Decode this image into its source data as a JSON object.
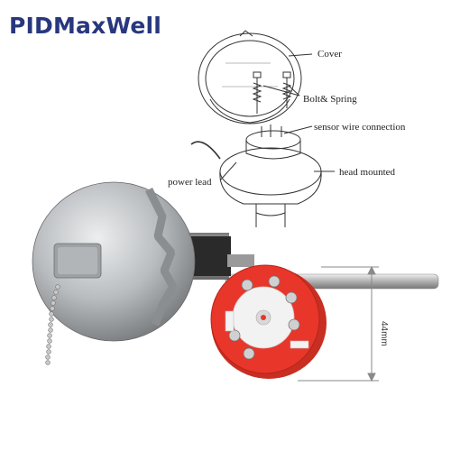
{
  "brand": {
    "name": "PIDMaxWell",
    "color": "#28377e"
  },
  "diagram": {
    "labels": {
      "cover": "Cover",
      "bolt": "Bolt& Spring",
      "sensor": "sensor wire connection",
      "head": "head mounted",
      "power": "power lead"
    }
  },
  "transmitter": {
    "color": "#e8362a",
    "dimension_label": "44mm"
  },
  "colors": {
    "head_metal": "#b9bcbf",
    "dimension_line": "#8a8a8a"
  }
}
